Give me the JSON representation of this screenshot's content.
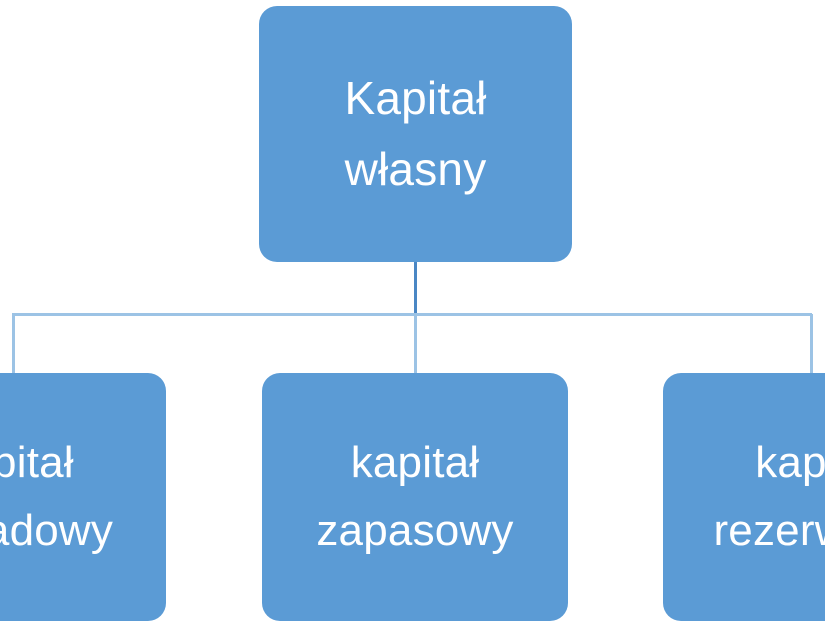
{
  "diagram": {
    "type": "organization-chart",
    "title": "Kapitał własny",
    "colors": {
      "node_fill": "#5B9BD5",
      "node_text": "#FFFFFF",
      "connector_line": "#5B9BD5",
      "background": "#FFFFFF"
    },
    "root": {
      "id": "kapital-wlasny",
      "line1": "Kapitał",
      "line2": "własny",
      "text": "Kapitał własny"
    },
    "children": [
      {
        "id": "kapital-zakladowy",
        "line1": "kapitał",
        "line2": "zakładowy",
        "text": "kapitał zakładowy",
        "clipped": "left"
      },
      {
        "id": "kapital-zapasowy",
        "line1": "kapitał",
        "line2": "zapasowy",
        "text": "kapitał zapasowy",
        "clipped": "none"
      },
      {
        "id": "kapital-rezerwowy",
        "line1": "kapitał",
        "line2": "rezerwowy",
        "text": "kapitał rezerwowy",
        "clipped": "right"
      }
    ]
  }
}
